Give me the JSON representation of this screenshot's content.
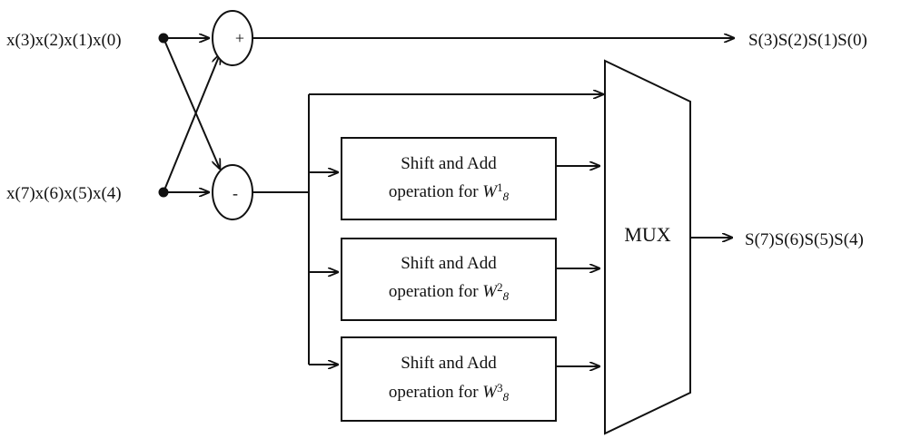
{
  "inputs": {
    "top": "x(3)x(2)x(1)x(0)",
    "bottom": "x(7)x(6)x(5)x(4)"
  },
  "operators": {
    "add": "+",
    "subtract": "-"
  },
  "outputs": {
    "top": "S(3)S(2)S(1)S(0)",
    "bottom": "S(7)S(6)S(5)S(4)"
  },
  "mux": {
    "label": "MUX"
  },
  "blocks": [
    {
      "line1": "Shift and Add",
      "line2": "operation for ",
      "w": "W",
      "sup": "1",
      "sub": "8"
    },
    {
      "line1": "Shift and Add",
      "line2": "operation for ",
      "w": "W",
      "sup": "2",
      "sub": "8"
    },
    {
      "line1": "Shift and Add",
      "line2": "operation for ",
      "w": "W",
      "sup": "3",
      "sub": "8"
    }
  ]
}
